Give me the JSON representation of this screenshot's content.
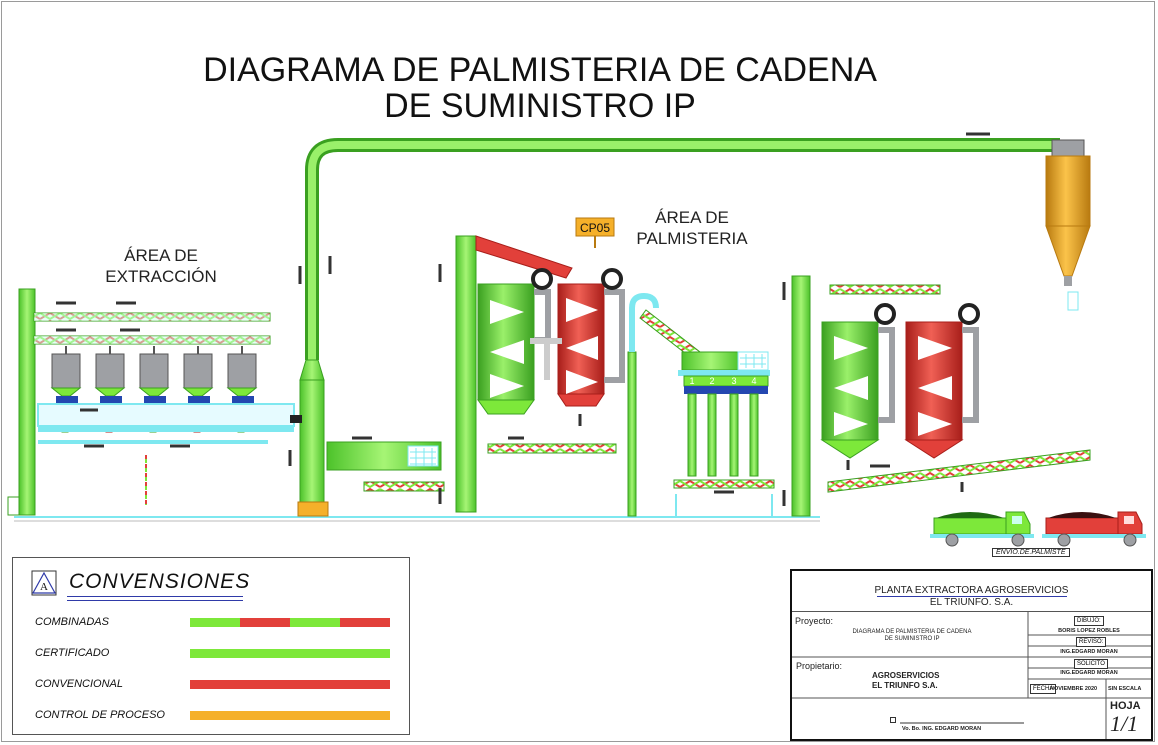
{
  "title": {
    "line1": "DIAGRAMA DE PALMISTERIA DE  CADENA",
    "line2": "DE SUMINISTRO IP"
  },
  "areas": {
    "extraccion": {
      "line1": "ÁREA DE",
      "line2": "EXTRACCIÓN"
    },
    "palmisteria": {
      "line1": "ÁREA DE",
      "line2": "PALMISTERIA"
    }
  },
  "cp_tag": "CP05",
  "press_numbers": [
    "1",
    "2",
    "3",
    "4"
  ],
  "envio_label": "ENVIO.DE.PALMISTE",
  "conventions": {
    "title": "CONVENSIONES",
    "logo_letter": "A",
    "items": [
      {
        "label": "COMBINADAS",
        "color": "combined"
      },
      {
        "label": "CERTIFICADO",
        "color": "#7de83a"
      },
      {
        "label": "CONVENCIONAL",
        "color": "#e2403a"
      },
      {
        "label": "CONTROL DE PROCESO",
        "color": "#f5b02a"
      }
    ],
    "colors": {
      "green": "#7de83a",
      "red": "#e2403a",
      "orange": "#f5b02a"
    }
  },
  "title_block": {
    "company_line1": "PLANTA EXTRACTORA AGROSERVICIOS",
    "company_line2": "EL TRIUNFO. S.A.",
    "proyecto_label": "Proyecto:",
    "proyecto_line1": "DIAGRAMA DE PALMISTERIA DE  CADENA",
    "proyecto_line2": "DE SUMINISTRO IP",
    "dibujo_label": "DIBUJO:",
    "dibujo_name": "BORIS LOPEZ ROBLES",
    "reviso_label": "REVISO:",
    "reviso_name": "ING.EDGARD MORAN",
    "propietario_label": "Propietario:",
    "propietario_line1": "AGROSERVICIOS",
    "propietario_line2": "EL TRIUNFO S.A.",
    "solicito_label": "SOLICITO",
    "solicito_name": "ING.EDGARD MORAN",
    "fecha_label": "FECHA",
    "fecha_value": "NOVIEMBRE 2020",
    "escala": "SIN ESCALA",
    "hoja_label": "HOJA",
    "hoja_value": "1/1",
    "firma": "Vo. Bo. ING. EDGARD MORAN"
  },
  "palette": {
    "green": "#7de83a",
    "green_dark": "#3aa020",
    "red": "#e2403a",
    "red_dark": "#a81e1a",
    "cyan": "#7ee8f0",
    "orange": "#f5b02a",
    "grey": "#9ea0a4",
    "blue": "#2447b0"
  }
}
